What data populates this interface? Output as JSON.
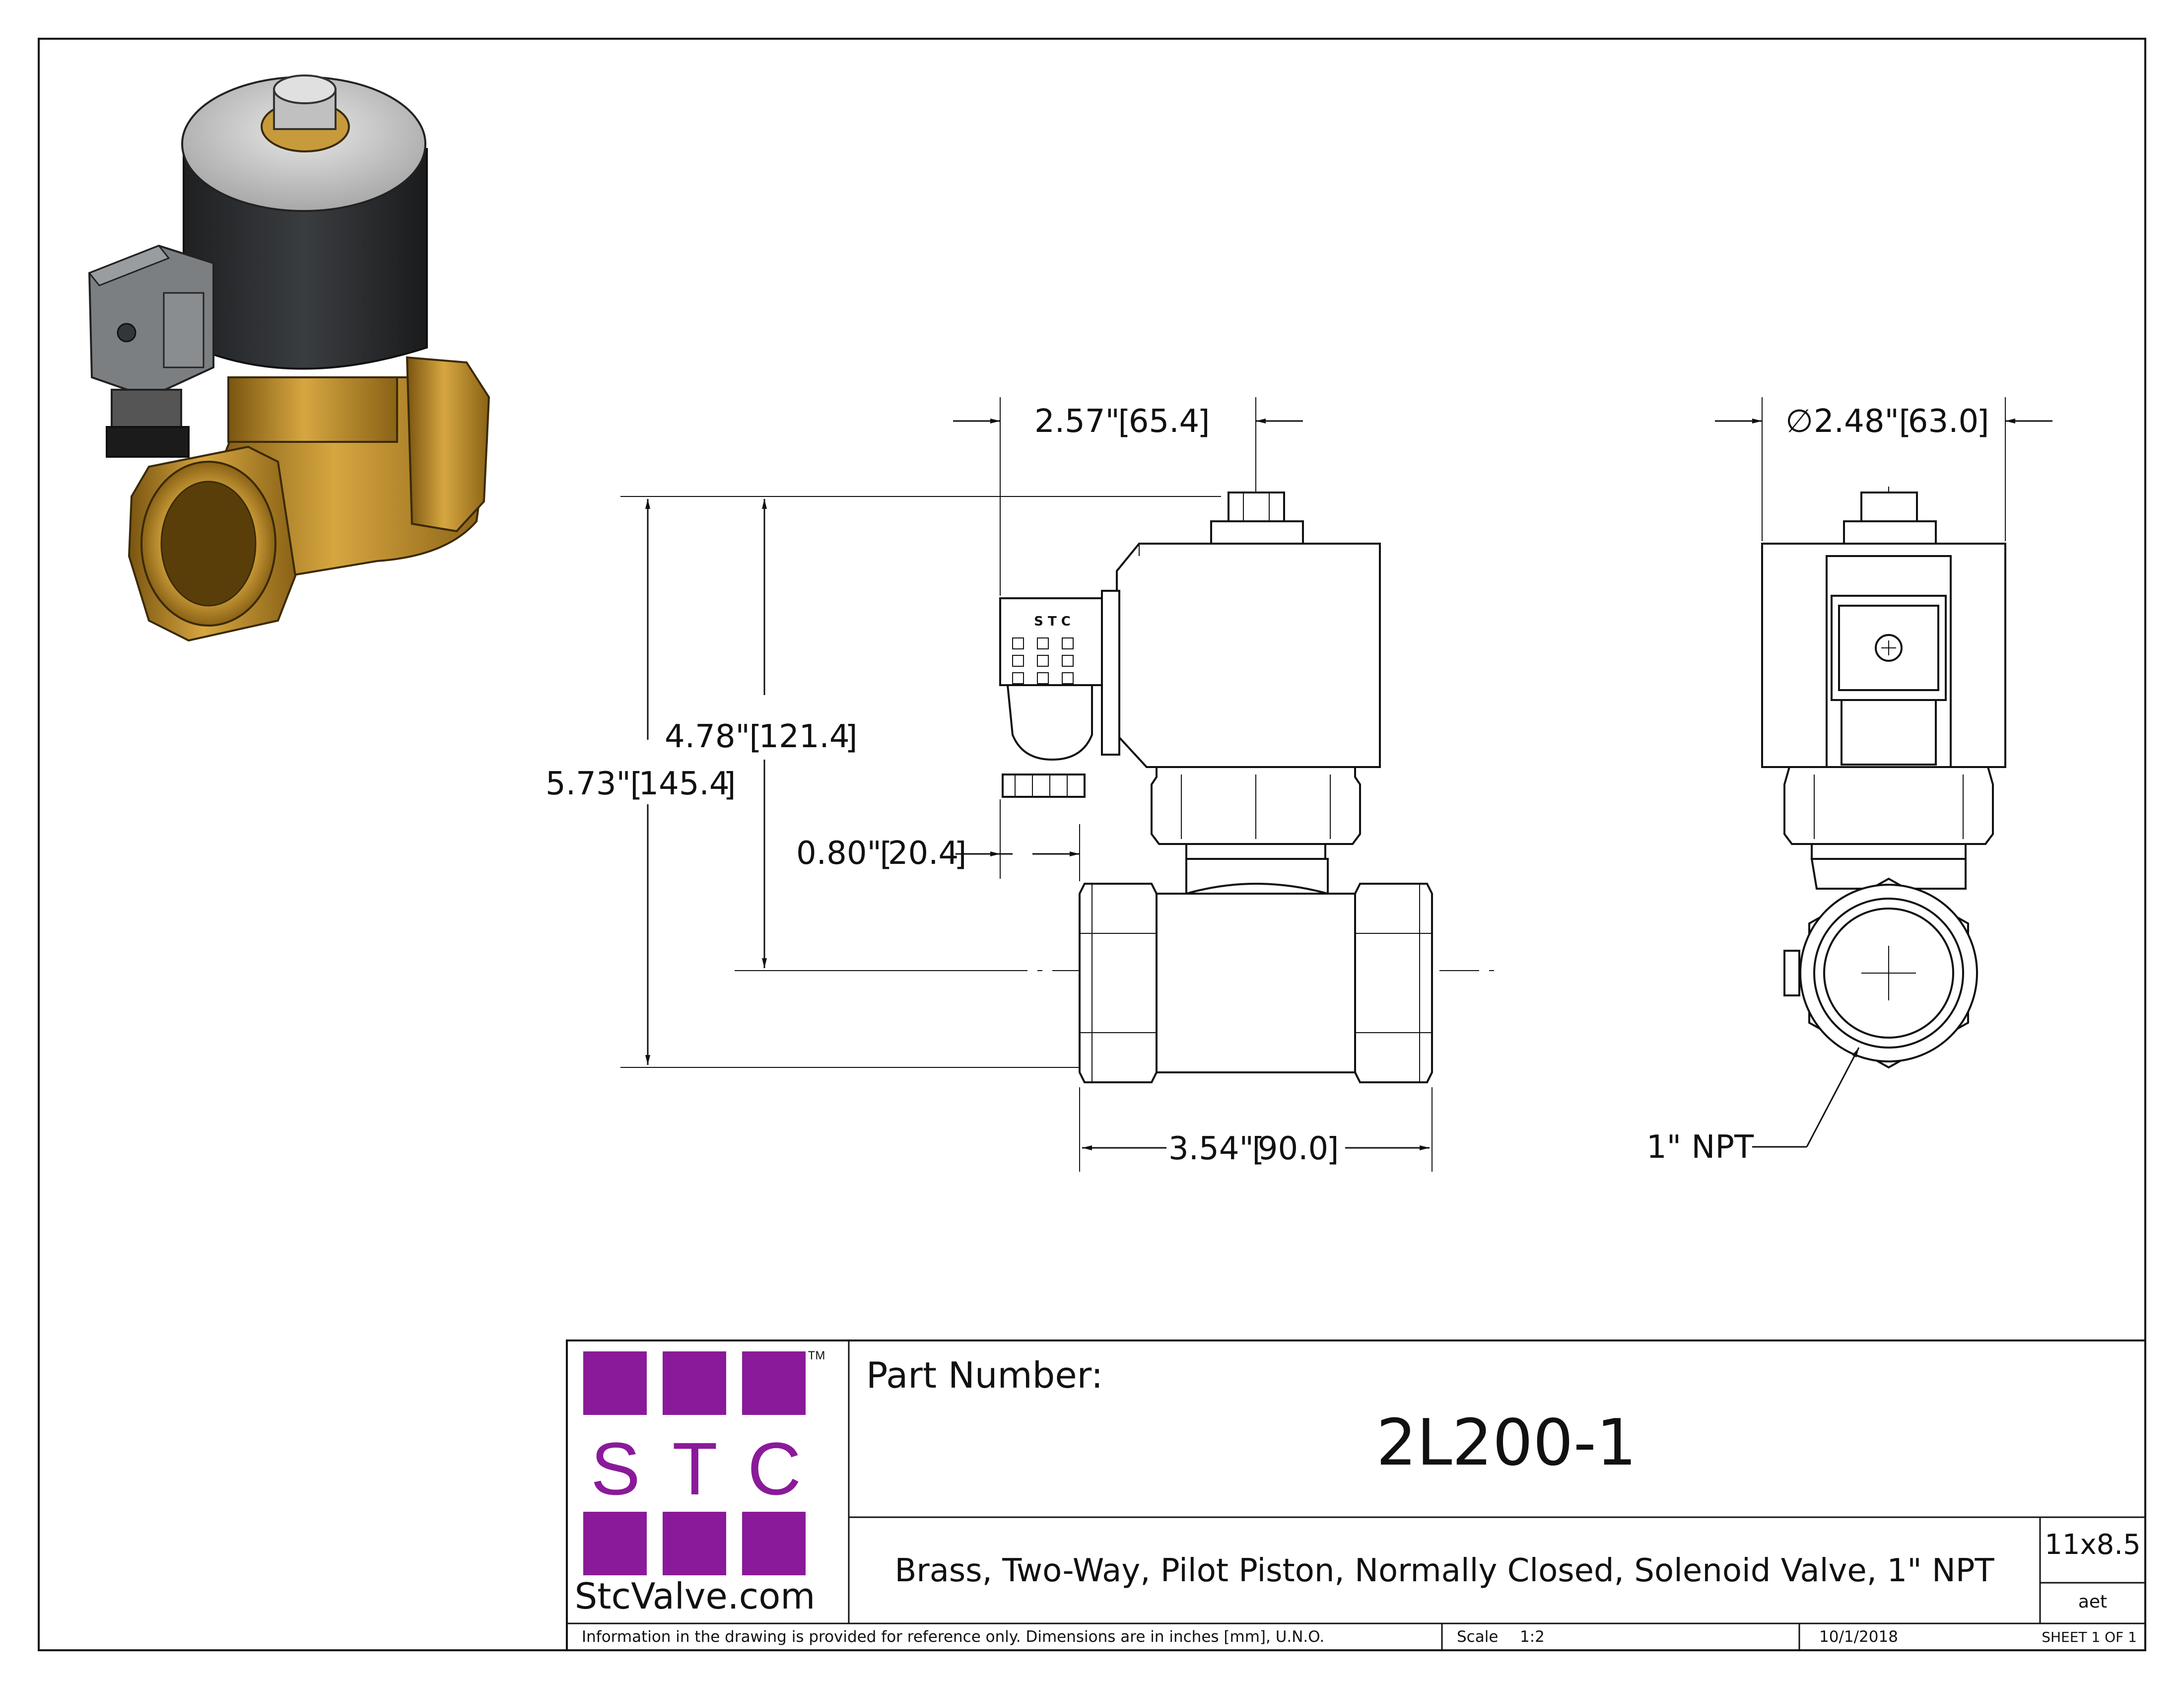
{
  "dimensions": {
    "top_width": {
      "inch": "2.57\"",
      "mm": "65.4"
    },
    "diameter": {
      "symbol": "∅",
      "inch": "2.48\"",
      "mm": "63.0"
    },
    "height_center": {
      "inch": "4.78\"",
      "mm": "121.4"
    },
    "height_total": {
      "inch": "5.73\"",
      "mm": "145.4"
    },
    "connector_offset": {
      "inch": "0.80\"",
      "mm": "20.4"
    },
    "body_length": {
      "inch": "3.54\"",
      "mm": "90.0"
    },
    "port_callout": "1\" NPT"
  },
  "connector_label": "S T C",
  "logo": {
    "letters": [
      "S",
      "T",
      "C"
    ],
    "trademark": "TM",
    "website": "StcValve.com",
    "color": "#8a1a9a"
  },
  "title_block": {
    "part_number_label": "Part Number:",
    "part_number": "2L200-1",
    "description": "Brass, Two-Way, Pilot Piston, Normally Closed, Solenoid Valve, 1\" NPT",
    "paper_size": "11x8.5",
    "drawn_by": "aet",
    "disclaimer": "Information in the drawing is provided for reference only. Dimensions are in inches [mm], U.N.O.",
    "scale_label": "Scale",
    "scale": "1:2",
    "date": "10/1/2018",
    "sheet": "SHEET 1 OF 1"
  },
  "colors": {
    "brass": "#b9892a",
    "coil": "#2a2c2e",
    "connector": "#7c7f82",
    "cap": "#d4d4d4"
  }
}
